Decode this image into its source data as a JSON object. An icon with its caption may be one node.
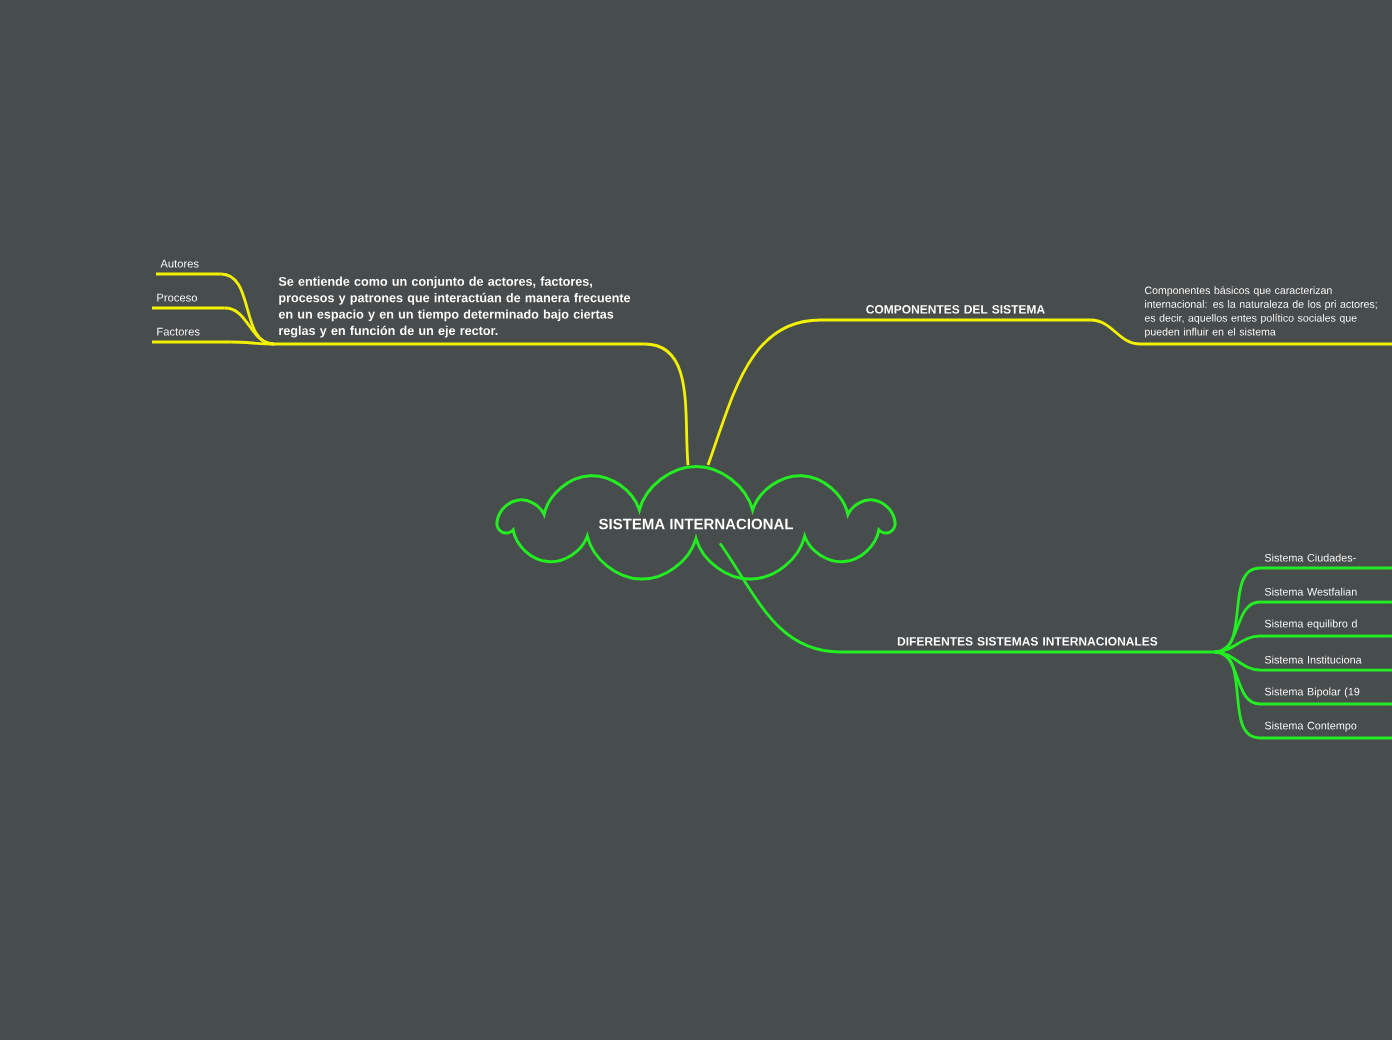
{
  "diagram": {
    "nodes": [
      {
        "text": [
          "SISTEMA INTERNACIONAL"
        ]
      },
      {
        "text": [
          "Se entiende como un conjunto de actores, factores, procesos y patrones que interactúan de manera frecuente en un espacio y en un tiempo determinado bajo ciertas reglas y en función de un eje rector."
        ]
      },
      {
        "text": [
          "Autores"
        ]
      },
      {
        "text": [
          "Proceso"
        ]
      },
      {
        "text": [
          "Factores"
        ]
      },
      {
        "text": [
          "COMPONENTES DEL SISTEMA"
        ]
      },
      {
        "text": [
          "Componentes básicos que caracterizan internacional: es la naturaleza de los pri actores; es decir, aquellos entes político sociales que pueden influir en el sistema"
        ]
      },
      {
        "text": [
          "DIFERENTES SISTEMAS INTERNACIONALES"
        ]
      },
      {
        "text": [
          "Sistema Ciudades-"
        ]
      },
      {
        "text": [
          "Sistema Westfalian"
        ]
      },
      {
        "text": [
          "Sistema equilibro d"
        ]
      },
      {
        "text": [
          "Sistema Instituciona"
        ]
      },
      {
        "text": [
          "Sistema Bipolar (19"
        ]
      },
      {
        "text": [
          "Sistema Contempo"
        ]
      }
    ],
    "edges": [
      {
        "from": 0,
        "to": 1,
        "arrow": "none",
        "color": "#f2f200"
      },
      {
        "from": 1,
        "to": 2,
        "arrow": "none",
        "color": "#f2f200"
      },
      {
        "from": 1,
        "to": 3,
        "arrow": "none",
        "color": "#f2f200"
      },
      {
        "from": 1,
        "to": 4,
        "arrow": "none",
        "color": "#f2f200"
      },
      {
        "from": 0,
        "to": 5,
        "arrow": "none",
        "color": "#f2f200"
      },
      {
        "from": 5,
        "to": 6,
        "arrow": "none",
        "color": "#f2f200"
      },
      {
        "from": 0,
        "to": 7,
        "arrow": "none"
      },
      {
        "from": 7,
        "to": 8,
        "arrow": "none"
      },
      {
        "from": 7,
        "to": 9,
        "arrow": "none"
      },
      {
        "from": 7,
        "to": 10,
        "arrow": "none"
      },
      {
        "from": 7,
        "to": 11,
        "arrow": "none"
      },
      {
        "from": 7,
        "to": 12,
        "arrow": "none"
      },
      {
        "from": 7,
        "to": 13,
        "arrow": "none"
      }
    ]
  }
}
